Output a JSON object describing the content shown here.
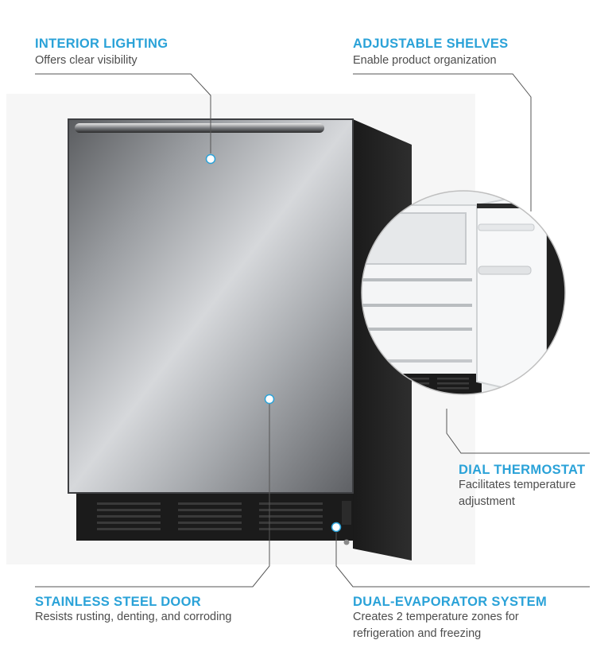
{
  "features": [
    {
      "title": "INTERIOR LIGHTING",
      "description": "Offers clear visibility"
    },
    {
      "title": "ADJUSTABLE SHELVES",
      "description": "Enable product organization"
    },
    {
      "title": "DIAL THERMOSTAT",
      "description": "Facilitates temperature adjustment"
    },
    {
      "title": "STAINLESS STEEL DOOR",
      "description": "Resists rusting, denting, and corroding"
    },
    {
      "title": "DUAL-EVAPORATOR SYSTEM",
      "description": "Creates 2 temperature zones for refrigeration and freezing"
    }
  ],
  "colors": {
    "accent": "#2aa2d8",
    "text": "#4d4d4d",
    "line": "#555555"
  }
}
